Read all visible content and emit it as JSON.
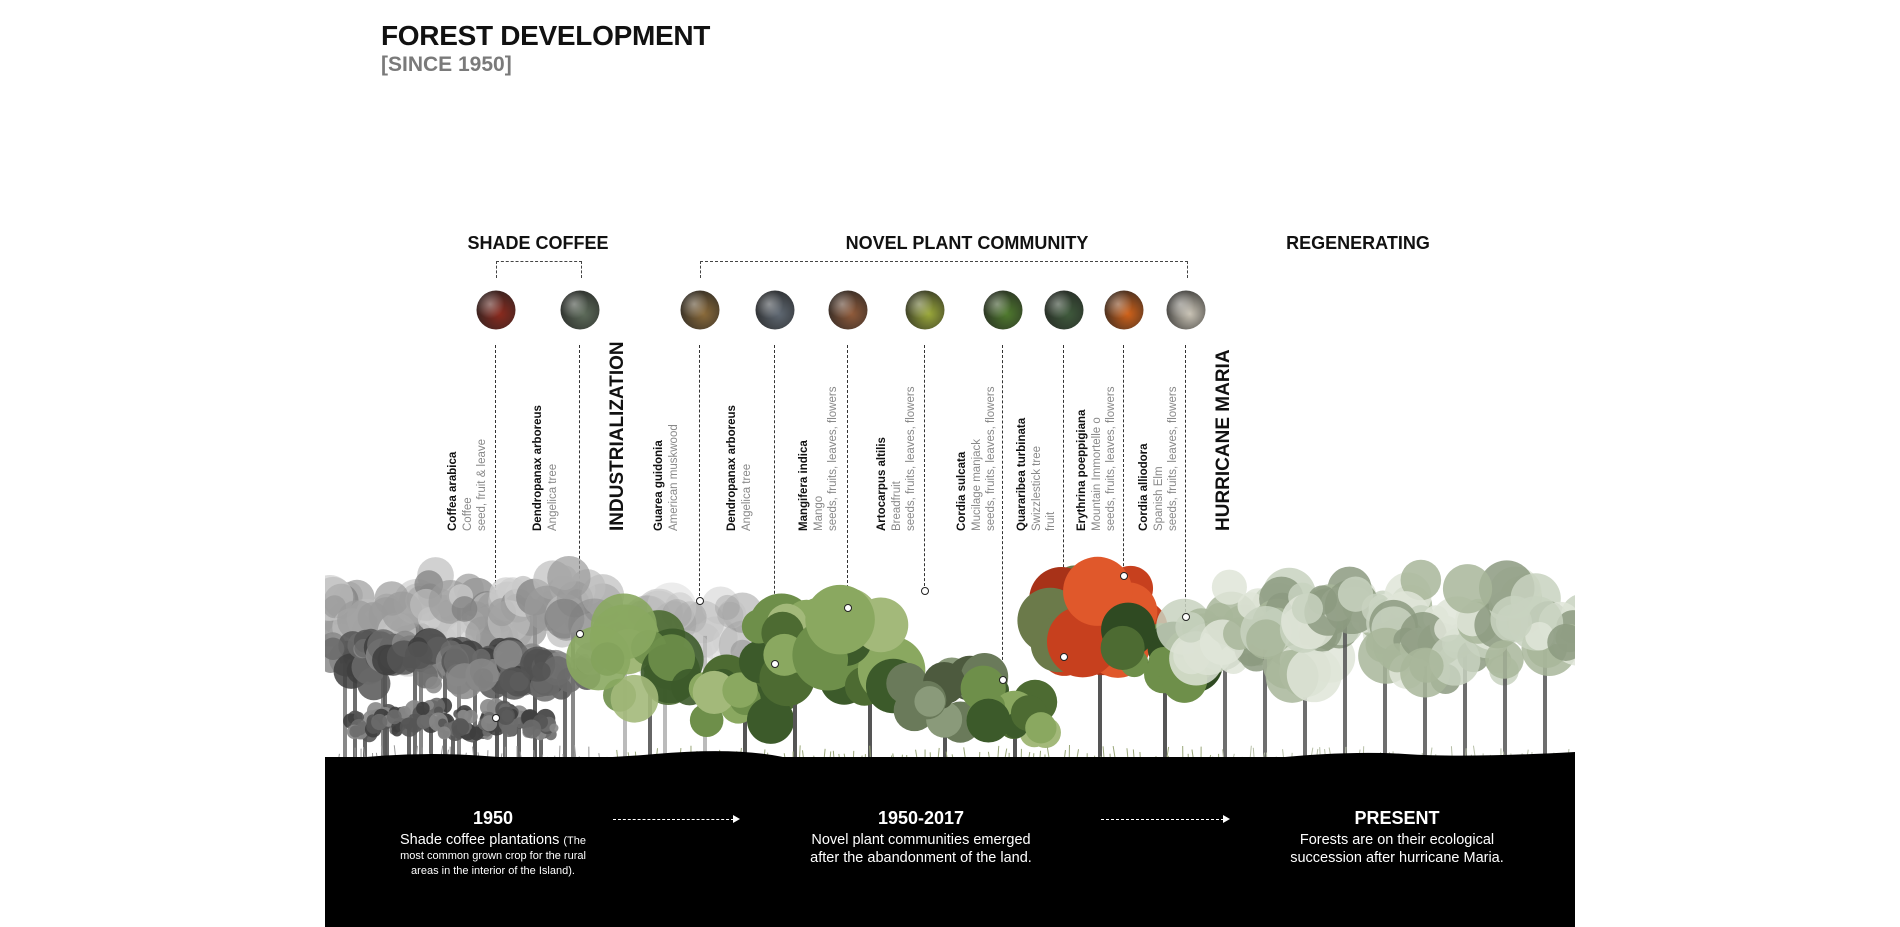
{
  "header": {
    "title": "FOREST DEVELOPMENT",
    "subtitle": "[SINCE 1950]"
  },
  "groups": {
    "shade_coffee": "SHADE COFFEE",
    "novel": "NOVEL PLANT COMMUNITY",
    "regenerating": "REGENERATING"
  },
  "events": {
    "industrialization": "INDUSTRIALIZATION",
    "hurricane": "HURRICANE MARIA"
  },
  "species": [
    {
      "name": "Coffea arabica",
      "common": "Coffee",
      "use": "seed, fruit & leave",
      "color": "#8a2a1e"
    },
    {
      "name": "Dendropanax arboreus",
      "common": "Angelica tree",
      "use": "",
      "color": "#5d6b5a"
    },
    {
      "name": "Guarea guidonia",
      "common": "American muskwood",
      "use": "",
      "color": "#8a6a3a"
    },
    {
      "name": "Dendropanax arboreus",
      "common": "Angelica tree",
      "use": "",
      "color": "#5f6872"
    },
    {
      "name": "Mangifera indica",
      "common": "Mango",
      "use": "seeds, fruits, leaves, flowers",
      "color": "#8f5a3a"
    },
    {
      "name": "Artocarpus altilis",
      "common": "Breadfruit",
      "use": "seeds, fruits, leaves, flowers",
      "color": "#9aa83a"
    },
    {
      "name": "Cordia sulcata",
      "common": "Mucilage manjack",
      "use": "seeds, fruits, leaves, flowers",
      "color": "#4f7a2e"
    },
    {
      "name": "Quararibea turbinata",
      "common": "Swizzlestick tree",
      "use": "fruit",
      "color": "#3f5a3c"
    },
    {
      "name": "Erythrina poeppigiana",
      "common": "Mountain Immortelle o",
      "use": "seeds, fruits, leaves, flowers",
      "color": "#d0621a"
    },
    {
      "name": "Cordia alliodora",
      "common": "Spanish Elm",
      "use": "seeds, fruits, leaves, flowers",
      "color": "#c9c3b5"
    }
  ],
  "periods": [
    {
      "year": "1950",
      "desc": "Shade coffee plantations",
      "note_a": "(The",
      "note_b": "most common grown crop for the rural",
      "note_c": "areas in the interior of the Island)."
    },
    {
      "year": "1950-2017",
      "desc_a": "Novel plant communities emerged",
      "desc_b": "after the abandonment of the land."
    },
    {
      "year": "PRESENT",
      "desc_a": "Forests are on their ecological",
      "desc_b": "succession after hurricane Maria."
    }
  ]
}
